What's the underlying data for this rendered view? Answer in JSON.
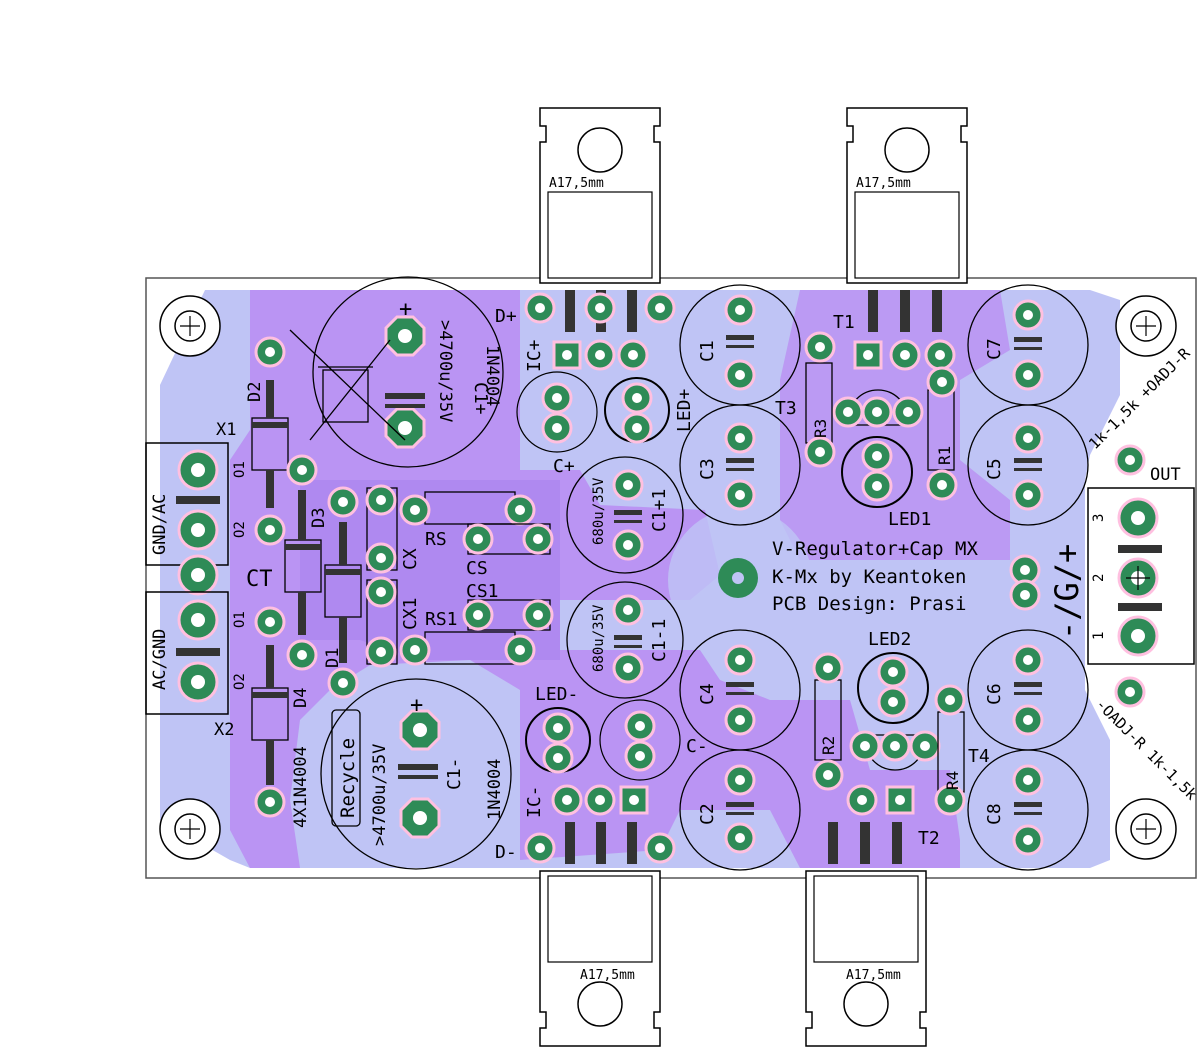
{
  "board": {
    "title_lines": [
      "V-Regulator+Cap MX",
      "K-Mx by Keantoken",
      "PCB Design: Prasi"
    ],
    "colors": {
      "substrate": "#ffffff",
      "copper_bottom": "#bfc4f5",
      "copper_top": "#b98cf2",
      "trace": "#a882ef",
      "pad": "#2e8b57",
      "pad_hole": "#ffffff",
      "pad_ring": "#ffc0e0",
      "silk": "#000000",
      "outline": "#555555"
    }
  },
  "heatsinks": {
    "label": "A17,5mm"
  },
  "labels": {
    "d_plus": "D+",
    "d_minus": "D-",
    "ic_plus": "IC+",
    "ic_minus": "IC-",
    "c_plus": "C+",
    "c_minus": "C-",
    "led_plus": "LED+",
    "led_minus": "LED-",
    "led1": "LED1",
    "led2": "LED2",
    "t1": "T1",
    "t2": "T2",
    "t3": "T3",
    "t4": "T4",
    "r1": "R1",
    "r2": "R2",
    "r3": "R3",
    "r4": "R4",
    "rs": "RS",
    "rs1": "RS1",
    "cs": "CS",
    "cs1": "CS1",
    "cx": "CX",
    "cx1": "CX1",
    "ct": "CT",
    "c1": "C1",
    "c2": "C2",
    "c3": "C3",
    "c4": "C4",
    "c5": "C5",
    "c6": "C6",
    "c7": "C7",
    "c8": "C8",
    "c1_plus1": "C1+1",
    "c1_minus1": "C1-1",
    "c1_plus": "C1+",
    "c1_minus": "C1-",
    "cap_680": "680u/35V",
    "cap_4700": ">4700u/35V",
    "d1": "D1",
    "d2": "D2",
    "d3": "D3",
    "d4": "D4",
    "x1": "X1",
    "x2": "X2",
    "n4004": "1N4004",
    "n4004_x4": "4X1N4004",
    "recycle": "Recycle",
    "gnd_ac": "GND/AC",
    "ac_gnd": "AC/GND",
    "out": "OUT",
    "out_symbol": "-/G/+",
    "r_plus": "1k-1,5k +OADJ-R",
    "r_minus": "-OADJ-R 1k-1,5k",
    "pin1": "1",
    "pin2": "2",
    "pin3": "3",
    "pin_o1": "O1",
    "pin_o2": "O2",
    "plus": "+",
    "minus": "-"
  }
}
